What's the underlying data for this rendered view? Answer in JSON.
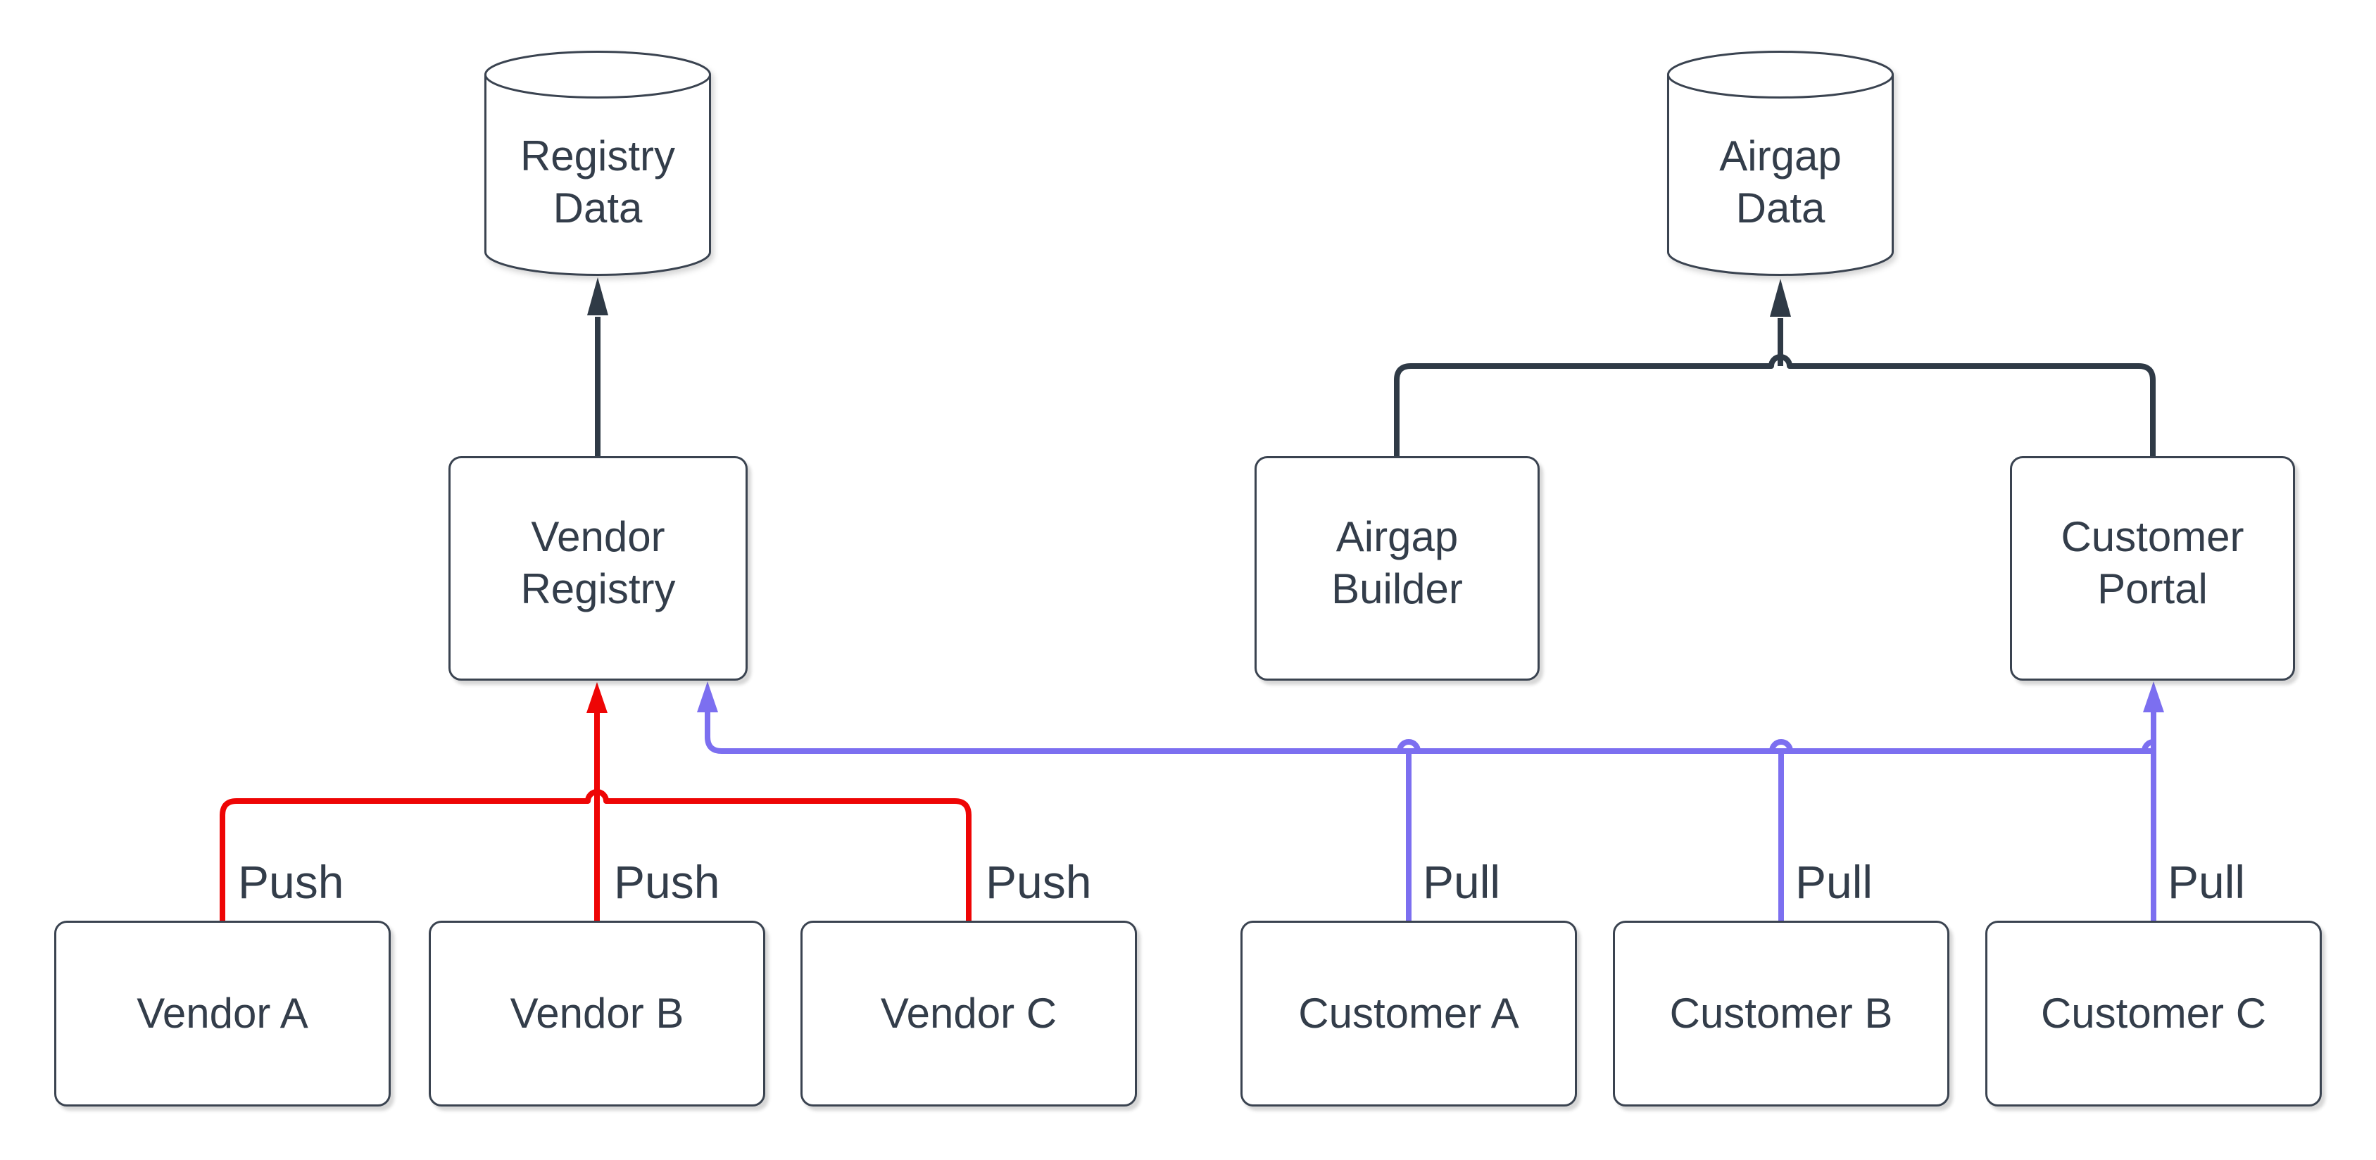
{
  "diagram_type": "flowchart",
  "colors": {
    "background": "#ffffff",
    "node_border": "#3a4350",
    "text": "#333d4a",
    "dark_edge": "#2f3a46",
    "push": "#ee0505",
    "pull": "#7c6ff0"
  },
  "nodes": {
    "registry_data": {
      "shape": "cylinder",
      "line1": "Registry",
      "line2": "Data"
    },
    "airgap_data": {
      "shape": "cylinder",
      "line1": "Airgap",
      "line2": "Data"
    },
    "vendor_registry": {
      "shape": "rounded-rect",
      "line1": "Vendor",
      "line2": "Registry"
    },
    "airgap_builder": {
      "shape": "rounded-rect",
      "line1": "Airgap",
      "line2": "Builder"
    },
    "customer_portal": {
      "shape": "rounded-rect",
      "line1": "Customer",
      "line2": "Portal"
    },
    "vendor_a": {
      "shape": "rounded-rect",
      "label": "Vendor A"
    },
    "vendor_b": {
      "shape": "rounded-rect",
      "label": "Vendor B"
    },
    "vendor_c": {
      "shape": "rounded-rect",
      "label": "Vendor C"
    },
    "customer_a": {
      "shape": "rounded-rect",
      "label": "Customer A"
    },
    "customer_b": {
      "shape": "rounded-rect",
      "label": "Customer B"
    },
    "customer_c": {
      "shape": "rounded-rect",
      "label": "Customer C"
    }
  },
  "edges": {
    "push": {
      "labels": [
        "Push",
        "Push",
        "Push"
      ],
      "from": [
        "Vendor A",
        "Vendor B",
        "Vendor C"
      ],
      "to": "Vendor Registry"
    },
    "pull": {
      "labels": [
        "Pull",
        "Pull",
        "Pull"
      ],
      "from": [
        "Customer A",
        "Customer B",
        "Customer C"
      ],
      "to": [
        "Vendor Registry",
        "Customer Portal"
      ]
    },
    "store": [
      {
        "from": "Vendor Registry",
        "to": "Registry Data"
      },
      {
        "from": "Airgap Builder",
        "to": "Airgap Data"
      },
      {
        "from": "Customer Portal",
        "to": "Airgap Data"
      }
    ]
  }
}
